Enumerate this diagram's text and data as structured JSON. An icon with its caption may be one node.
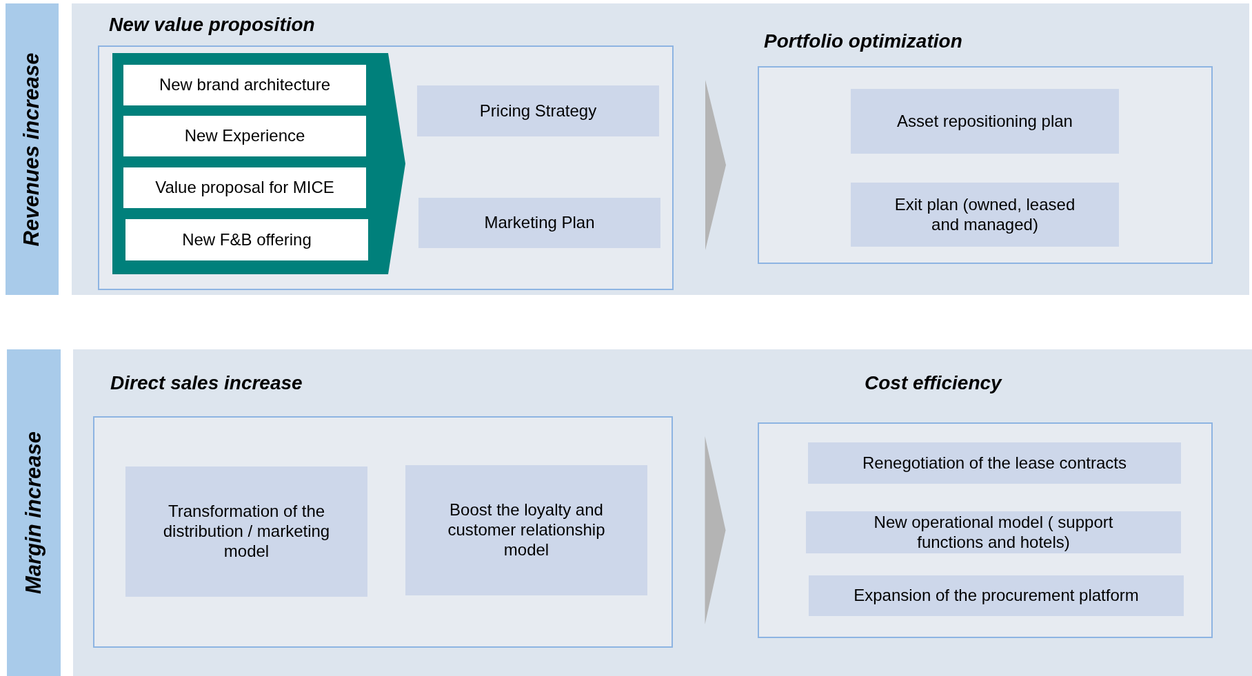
{
  "diagram": {
    "nodes": [
      {
        "text": [
          "Revenues increase"
        ]
      },
      {
        "text": [],
        "shape": "box"
      },
      {
        "text": [
          "New value proposition"
        ],
        "in": 1
      },
      {
        "text": [],
        "shape": "chevron",
        "in": 2
      },
      {
        "text": [
          "New brand architecture"
        ],
        "in": 3
      },
      {
        "text": [
          "New Experience"
        ],
        "in": 3
      },
      {
        "text": [
          "Value proposal for MICE"
        ],
        "in": 3
      },
      {
        "text": [
          "New F&B offering"
        ],
        "in": 3
      },
      {
        "text": [
          "Pricing Strategy"
        ],
        "in": 2
      },
      {
        "text": [
          "Marketing Plan"
        ],
        "in": 2
      },
      {
        "text": [
          "Portfolio optimization"
        ],
        "in": 1
      },
      {
        "text": [
          "Asset repositioning plan"
        ],
        "in": 10
      },
      {
        "text": [
          "Exit plan (owned, leased and managed)"
        ],
        "in": 10
      },
      {
        "text": [
          "Margin increase"
        ]
      },
      {
        "text": [],
        "shape": "box"
      },
      {
        "text": [
          "Direct sales increase"
        ],
        "in": 14
      },
      {
        "text": [
          "Transformation of the distribution / marketing model"
        ],
        "in": 15
      },
      {
        "text": [
          "Boost the loyalty and customer relationship model"
        ],
        "in": 15
      },
      {
        "text": [
          "Cost efficiency"
        ],
        "in": 14
      },
      {
        "text": [
          "Renegotiation of the lease contracts"
        ],
        "in": 18
      },
      {
        "text": [
          "New operational model ( support functions and hotels)"
        ],
        "in": 18
      },
      {
        "text": [
          "Expansion of the procurement platform"
        ],
        "in": 18
      }
    ],
    "edges": [
      {
        "from": 2,
        "to": 10,
        "arrow": "to"
      },
      {
        "from": 15,
        "to": 18,
        "arrow": "to"
      }
    ]
  }
}
